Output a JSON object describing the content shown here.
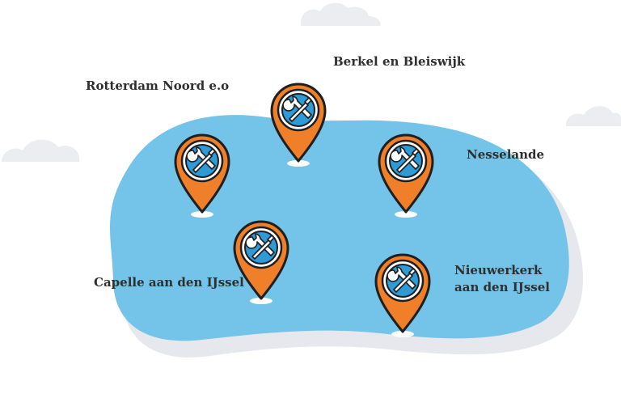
{
  "colors": {
    "land": "#74c3e8",
    "land_shadow": "#e6e8ee",
    "cloud": "#ecedf1",
    "pin_fill": "#f07f2a",
    "pin_outline": "#1f1f1f",
    "icon_circle": "#2e9ad6",
    "label_text": "#2f2f2f"
  },
  "locations": [
    {
      "name": "Rotterdam Noord e.o",
      "icon": "wrench-screwdriver-icon"
    },
    {
      "name": "Berkel en Bleiswijk",
      "icon": "wrench-screwdriver-icon"
    },
    {
      "name": "Nesselande",
      "icon": "wrench-screwdriver-icon"
    },
    {
      "name": "Capelle aan den IJssel",
      "icon": "wrench-screwdriver-icon"
    },
    {
      "name": "Nieuwerkerk\naan den IJssel",
      "icon": "wrench-screwdriver-icon"
    }
  ]
}
